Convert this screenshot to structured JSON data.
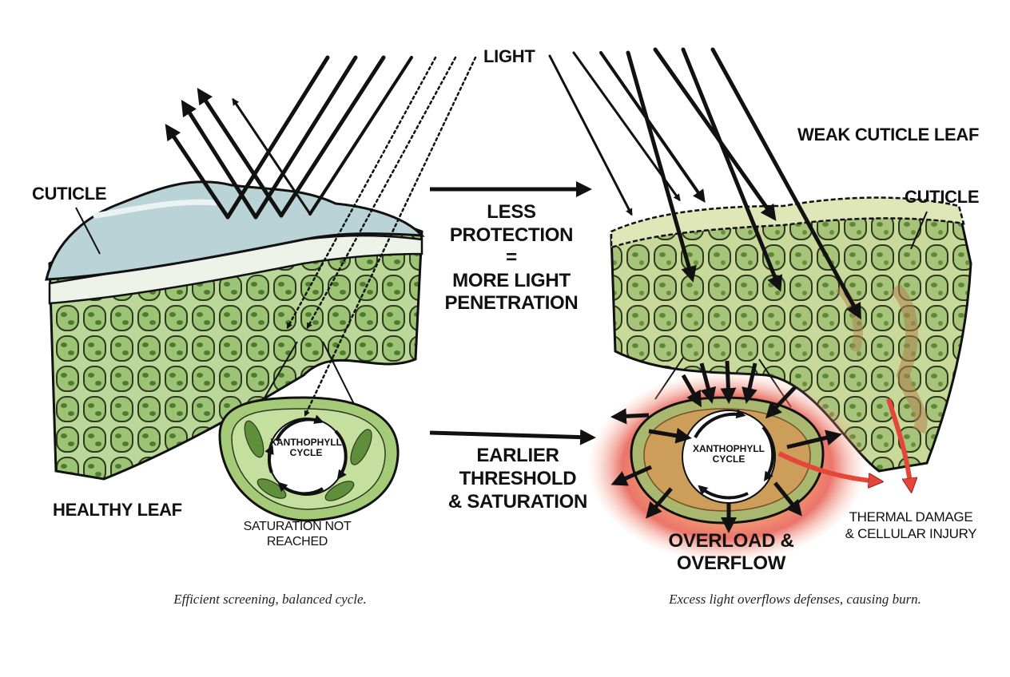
{
  "labels": {
    "light": "LIGHT",
    "weak_leaf": "WEAK CUTICLE LEAF",
    "cuticle_left": "CUTICLE",
    "cuticle_right": "CUTICLE",
    "healthy_leaf": "HEALTHY LEAF",
    "less_protection": [
      "LESS",
      "PROTECTION",
      "=",
      "MORE LIGHT",
      "PENETRATION"
    ],
    "earlier_threshold": [
      "EARLIER",
      "THRESHOLD",
      "& SATURATION"
    ],
    "xanthophyll_left": [
      "XANTHOPHYLL",
      "CYCLE"
    ],
    "xanthophyll_right": [
      "XANTHOPHYLL",
      "CYCLE"
    ],
    "saturation_not_reached": [
      "SATURATION NOT",
      "REACHED"
    ],
    "overload": [
      "OVERLOAD &",
      "OVERFLOW"
    ],
    "thermal_damage": [
      "THERMAL DAMAGE",
      "& CELLULAR INJURY"
    ]
  },
  "captions": {
    "left": "Efficient screening, balanced cycle.",
    "right": "Excess light overflows defenses, causing burn."
  },
  "colors": {
    "cuticle": "#b9d3d6",
    "cell_green": "#8fb86a",
    "cell_dark": "#4e7a32",
    "burn_red": "#e4473a",
    "burn_orange": "#f3a05a",
    "damage_brown": "#b0814f",
    "ink": "#111111"
  }
}
